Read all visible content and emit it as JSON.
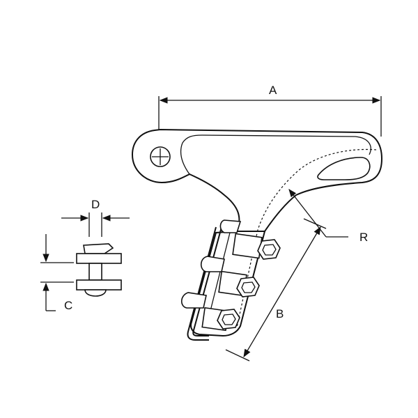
{
  "diagram": {
    "labels": {
      "a": "A",
      "b": "B",
      "c": "C",
      "d": "D",
      "r": "R"
    }
  }
}
